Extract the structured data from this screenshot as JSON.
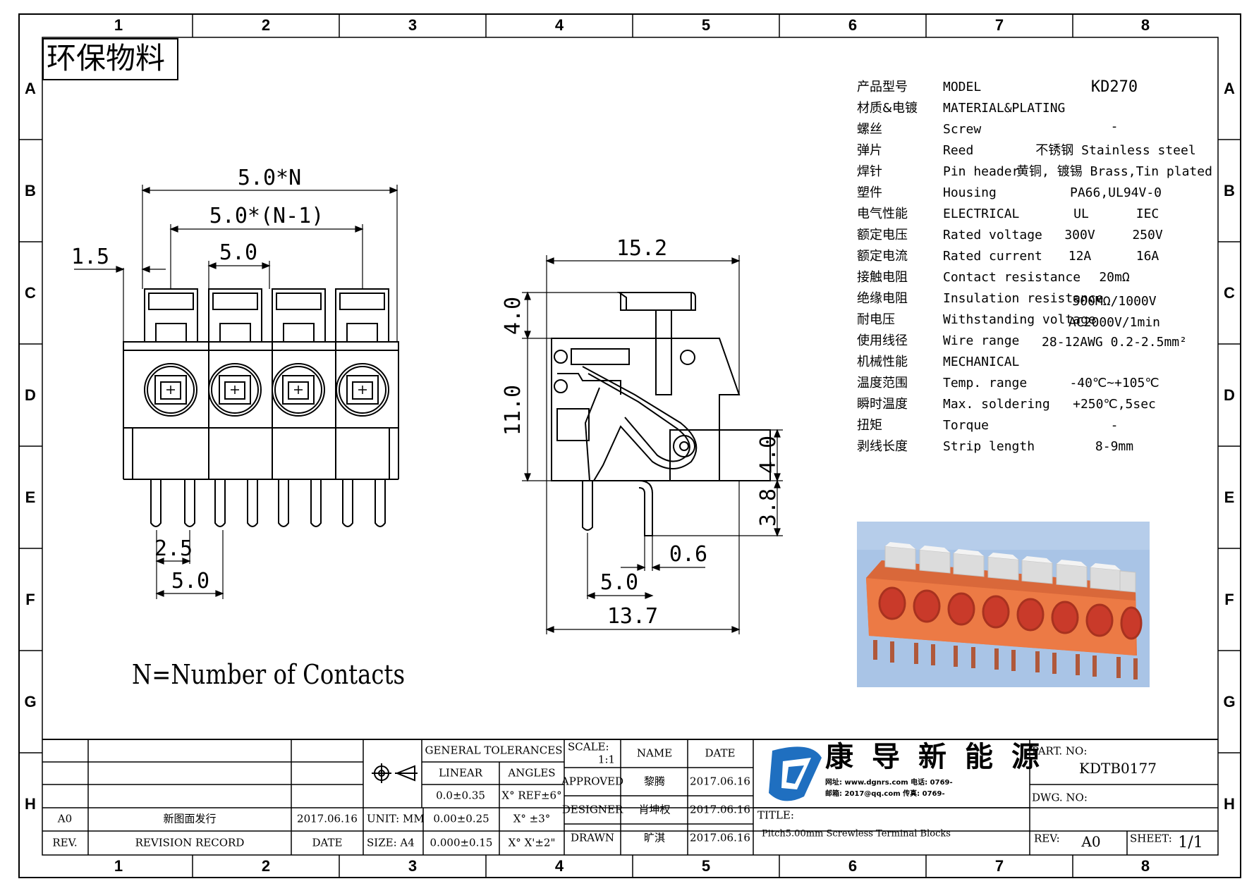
{
  "zones": {
    "columns": [
      "1",
      "2",
      "3",
      "4",
      "5",
      "6",
      "7",
      "8"
    ],
    "rows": [
      "A",
      "B",
      "C",
      "D",
      "E",
      "F",
      "G",
      "H"
    ]
  },
  "stamp": "环保物料",
  "dimensions": {
    "front_overall": "5.0*N",
    "front_pitch_n1": "5.0*(N-1)",
    "front_pitch": "5.0",
    "front_edge": "1.5",
    "front_pin_offset": "2.5",
    "front_pin_pitch": "5.0",
    "side_height": "15.2",
    "side_top": "4.0",
    "side_body": "11.0",
    "side_right_top": "4.0",
    "side_pin_len": "3.8",
    "side_pin_dia": "0.6",
    "side_pin_pos": "5.0",
    "side_width": "13.7"
  },
  "note": "N=Number of Contacts",
  "specs": [
    {
      "cn": "产品型号",
      "en": "MODEL",
      "v1": "KD270",
      "v2": ""
    },
    {
      "cn": "材质&电镀",
      "en": "MATERIAL&PLATING",
      "v1": "",
      "v2": ""
    },
    {
      "cn": "螺丝",
      "en": "Screw",
      "v1": "-",
      "v2": ""
    },
    {
      "cn": "弹片",
      "en": "Reed",
      "v1": "不锈钢 Stainless steel",
      "v2": ""
    },
    {
      "cn": "焊针",
      "en": "Pin header",
      "v1": "黄铜, 镀锡 Brass,Tin plated",
      "v2": ""
    },
    {
      "cn": "塑件",
      "en": "Housing",
      "v1": "PA66,UL94V-0",
      "v2": ""
    },
    {
      "cn": "电气性能",
      "en": "ELECTRICAL",
      "v1": "UL",
      "v2": "IEC"
    },
    {
      "cn": "额定电压",
      "en": "Rated voltage",
      "v1": "300V",
      "v2": "250V"
    },
    {
      "cn": "额定电流",
      "en": "Rated current",
      "v1": "12A",
      "v2": "16A"
    },
    {
      "cn": "接触电阻",
      "en": "Contact resistance",
      "v1": "20mΩ",
      "v2": ""
    },
    {
      "cn": "绝缘电阻",
      "en": "Insulation resistance",
      "v1": "500MΩ/1000V",
      "v2": ""
    },
    {
      "cn": "耐电压",
      "en": "Withstanding voltage",
      "v1": "AC2000V/1min",
      "v2": ""
    },
    {
      "cn": "使用线径",
      "en": "Wire range",
      "v1": "28-12AWG 0.2-2.5mm²",
      "v2": ""
    },
    {
      "cn": "机械性能",
      "en": "MECHANICAL",
      "v1": "",
      "v2": ""
    },
    {
      "cn": "温度范围",
      "en": "Temp. range",
      "v1": "-40℃~+105℃",
      "v2": ""
    },
    {
      "cn": "瞬时温度",
      "en": "Max. soldering",
      "v1": "+250℃,5sec",
      "v2": ""
    },
    {
      "cn": "扭矩",
      "en": "Torque",
      "v1": "-",
      "v2": ""
    },
    {
      "cn": "剥线长度",
      "en": "Strip length",
      "v1": "8-9mm",
      "v2": ""
    }
  ],
  "product_photo": {
    "housing_color": "#e8743f",
    "lever_color": "#dcdcdc",
    "background": "#a9c4e6",
    "positions": 8
  },
  "title_block": {
    "revision": {
      "rev": "A0",
      "record": "新图面发行",
      "date": "2017.06.16",
      "head_rev": "REV.",
      "head_record": "REVISION RECORD",
      "head_date": "DATE"
    },
    "tolerances": {
      "title": "GENERAL TOLERANCES",
      "linear": "LINEAR",
      "angles": "ANGLES",
      "lin1": "0.0±0.35",
      "lin2": "0.00±0.25",
      "lin3": "0.000±0.15",
      "ang1": "X° REF±6°",
      "ang2": "X° ±3°",
      "ang3": "X° X'±2\""
    },
    "unit": "UNIT: MM",
    "size": "SIZE: A4",
    "scale_label": "SCALE:",
    "scale": "1:1",
    "name_head": "NAME",
    "date_head": "DATE",
    "approved": "APPROVED",
    "approved_name": "黎腾",
    "approved_date": "2017.06.16",
    "designer": "DESIGNER",
    "designer_name": "肖坤权",
    "designer_date": "2017.06.16",
    "drawn": "DRAWN",
    "drawn_name": "旷淇",
    "drawn_date": "2017.06.16",
    "company": "康导新能源",
    "web": "网址: www.dgnrs.com  电话: 0769-",
    "email": "邮箱: 2017@qq.com  传真: 0769-",
    "title_label": "TITLE:",
    "title": "Pitch5.00mm Screwless Terminal Blocks",
    "part_label": "PART. NO:",
    "part_no": "KDTB0177",
    "dwg_label": "DWG. NO:",
    "rev_label": "REV:",
    "rev": "A0",
    "sheet_label": "SHEET:",
    "sheet": "1/1"
  },
  "colors": {
    "line": "#000000",
    "logo_blue": "#1f6fc0"
  }
}
